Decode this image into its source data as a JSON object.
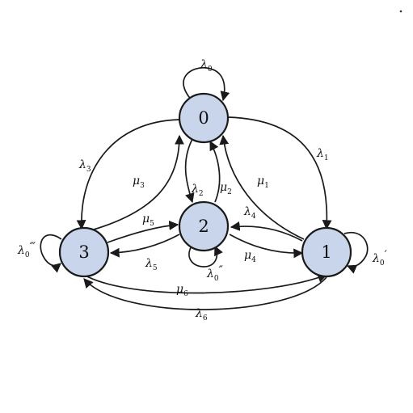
{
  "nodes": [
    {
      "id": "0",
      "label": "0"
    },
    {
      "id": "1",
      "label": "1"
    },
    {
      "id": "2",
      "label": "2"
    },
    {
      "id": "3",
      "label": "3"
    }
  ],
  "edges": [
    {
      "from": "0",
      "to": "0",
      "sym": "λ",
      "sub": "0",
      "primes": ""
    },
    {
      "from": "1",
      "to": "1",
      "sym": "λ",
      "sub": "0",
      "primes": "′"
    },
    {
      "from": "2",
      "to": "2",
      "sym": "λ",
      "sub": "0",
      "primes": "″"
    },
    {
      "from": "3",
      "to": "3",
      "sym": "λ",
      "sub": "0",
      "primes": "‴"
    },
    {
      "from": "0",
      "to": "1",
      "sym": "λ",
      "sub": "1",
      "primes": ""
    },
    {
      "from": "1",
      "to": "0",
      "sym": "μ",
      "sub": "1",
      "primes": ""
    },
    {
      "from": "0",
      "to": "2",
      "sym": "λ",
      "sub": "2",
      "primes": ""
    },
    {
      "from": "2",
      "to": "0",
      "sym": "μ",
      "sub": "2",
      "primes": ""
    },
    {
      "from": "0",
      "to": "3",
      "sym": "λ",
      "sub": "3",
      "primes": ""
    },
    {
      "from": "3",
      "to": "0",
      "sym": "μ",
      "sub": "3",
      "primes": ""
    },
    {
      "from": "1",
      "to": "2",
      "sym": "λ",
      "sub": "4",
      "primes": ""
    },
    {
      "from": "2",
      "to": "1",
      "sym": "μ",
      "sub": "4",
      "primes": ""
    },
    {
      "from": "2",
      "to": "3",
      "sym": "λ",
      "sub": "5",
      "primes": ""
    },
    {
      "from": "3",
      "to": "2",
      "sym": "μ",
      "sub": "5",
      "primes": ""
    },
    {
      "from": "1",
      "to": "3",
      "sym": "λ",
      "sub": "6",
      "primes": ""
    },
    {
      "from": "3",
      "to": "1",
      "sym": "μ",
      "sub": "6",
      "primes": ""
    }
  ]
}
